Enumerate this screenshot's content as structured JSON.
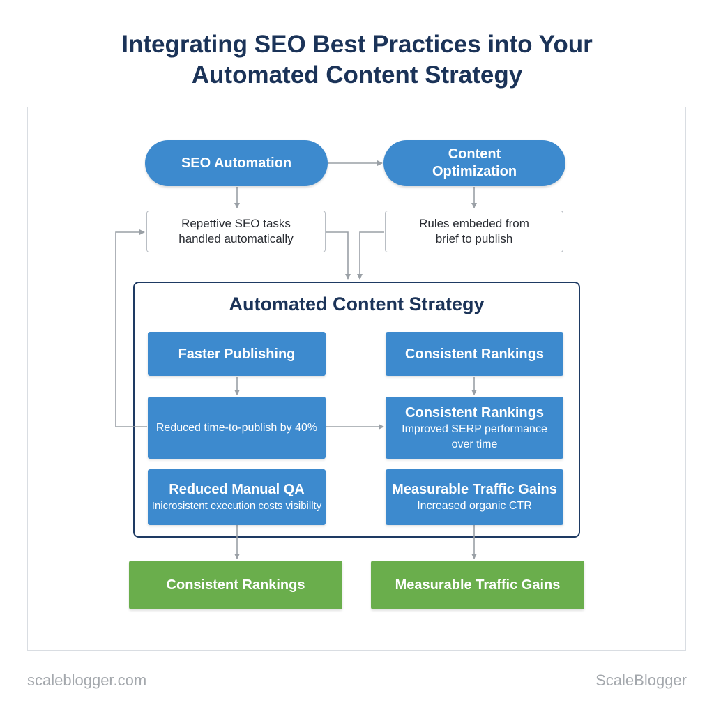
{
  "title": {
    "line1": "Integrating SEO Best Practices into Your",
    "line2": "Automated Content Strategy"
  },
  "top_nodes": {
    "seo_automation": "SEO Automation",
    "content_optimization_line1": "Content",
    "content_optimization_line2": "Optimization"
  },
  "notes": {
    "left_line1": "Repettive SEO tasks",
    "left_line2": "handled automatically",
    "right_line1": "Rules embeded from",
    "right_line2": "brief to publish"
  },
  "strategy": {
    "title": "Automated Content Strategy",
    "faster_publishing": "Faster Publishing",
    "consistent_rankings_top": "Consistent Rankings",
    "reduced_time": "Reduced time-to-publish by 40%",
    "consistent_rankings_mid": "Consistent Rankings",
    "serp_line1": "Improved SERP performance",
    "serp_line2": "over time",
    "reduced_qa": "Reduced Manual QA",
    "reduced_qa_sub": "Inicrosistent execution costs visibillty",
    "traffic_gains": "Measurable Traffic Gains",
    "traffic_gains_sub": "Increased organic CTR"
  },
  "outcomes": {
    "left": "Consistent Rankings",
    "right": "Measurable Traffic Gains"
  },
  "footer": {
    "left": "scaleblogger.com",
    "right": "ScaleBlogger"
  },
  "colors": {
    "blue": "#3d8ace",
    "navy": "#1b3358",
    "green": "#6aae4c",
    "arrow": "#9aa0a6"
  }
}
